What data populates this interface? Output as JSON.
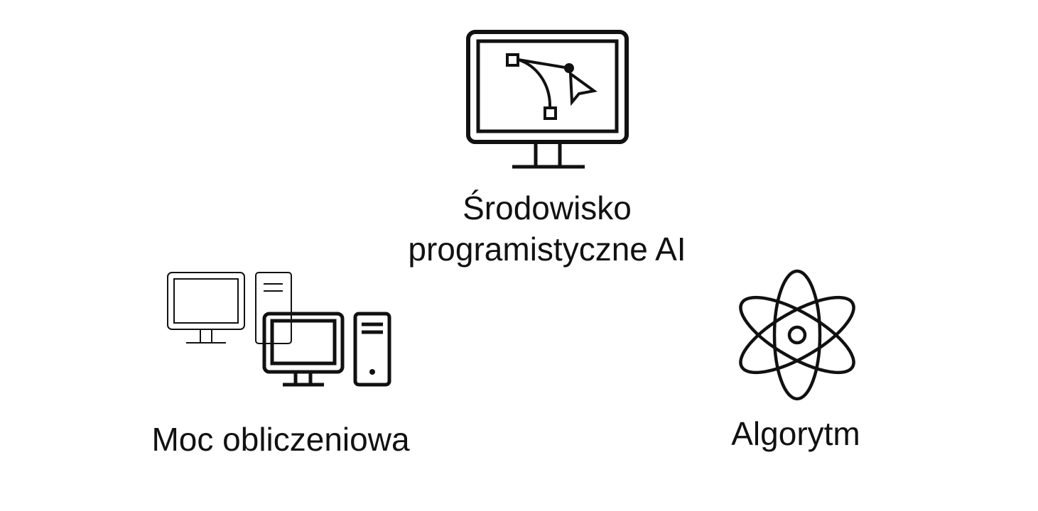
{
  "nodes": {
    "environment": {
      "label_line1": "Środowisko",
      "label_line2": "programistyczne AI",
      "icon": "monitor-bezier-cursor-icon"
    },
    "compute": {
      "label": "Moc obliczeniowa",
      "icon": "networked-computers-icon"
    },
    "algorithm": {
      "label": "Algorytm",
      "icon": "atom-icon"
    }
  },
  "colors": {
    "stroke": "#111111",
    "background": "#ffffff",
    "faded_stroke": "#333333"
  }
}
